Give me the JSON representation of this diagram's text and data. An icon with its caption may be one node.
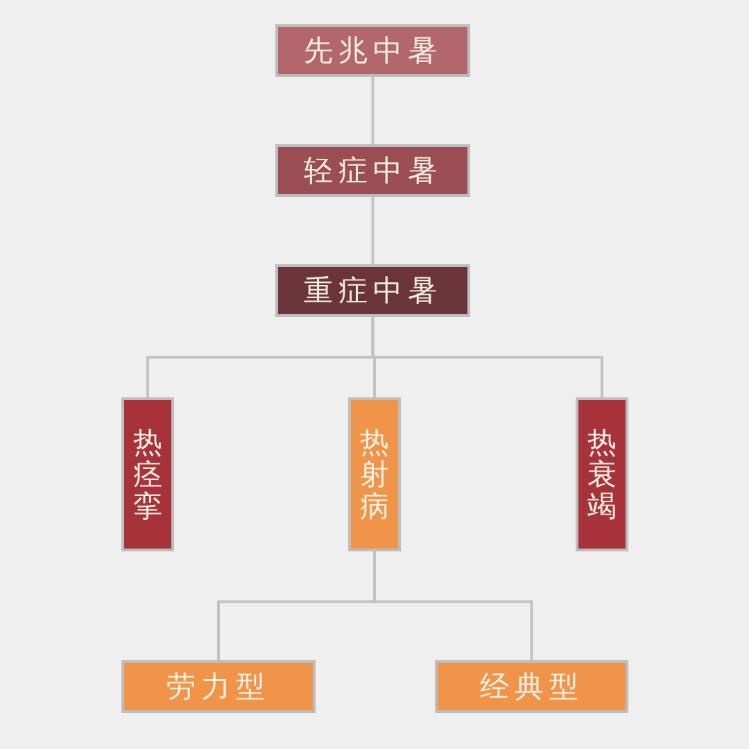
{
  "diagram": {
    "nodes": [
      {
        "text": [
          "先兆中暑"
        ]
      },
      {
        "text": [
          "轻症中暑"
        ]
      },
      {
        "text": [
          "重症中暑"
        ]
      },
      {
        "text": [
          "热痉挛"
        ]
      },
      {
        "text": [
          "热射病"
        ]
      },
      {
        "text": [
          "热衰竭"
        ]
      },
      {
        "text": [
          "劳力型"
        ]
      },
      {
        "text": [
          "经典型"
        ]
      }
    ],
    "edges": [
      {
        "from": 0,
        "to": 1,
        "arrow": "none"
      },
      {
        "from": 1,
        "to": 2,
        "arrow": "none"
      },
      {
        "from": 2,
        "to": 3,
        "arrow": "none"
      },
      {
        "from": 2,
        "to": 4,
        "arrow": "none"
      },
      {
        "from": 2,
        "to": 5,
        "arrow": "none"
      },
      {
        "from": 4,
        "to": 6,
        "arrow": "none"
      },
      {
        "from": 4,
        "to": 7,
        "arrow": "none"
      }
    ]
  }
}
